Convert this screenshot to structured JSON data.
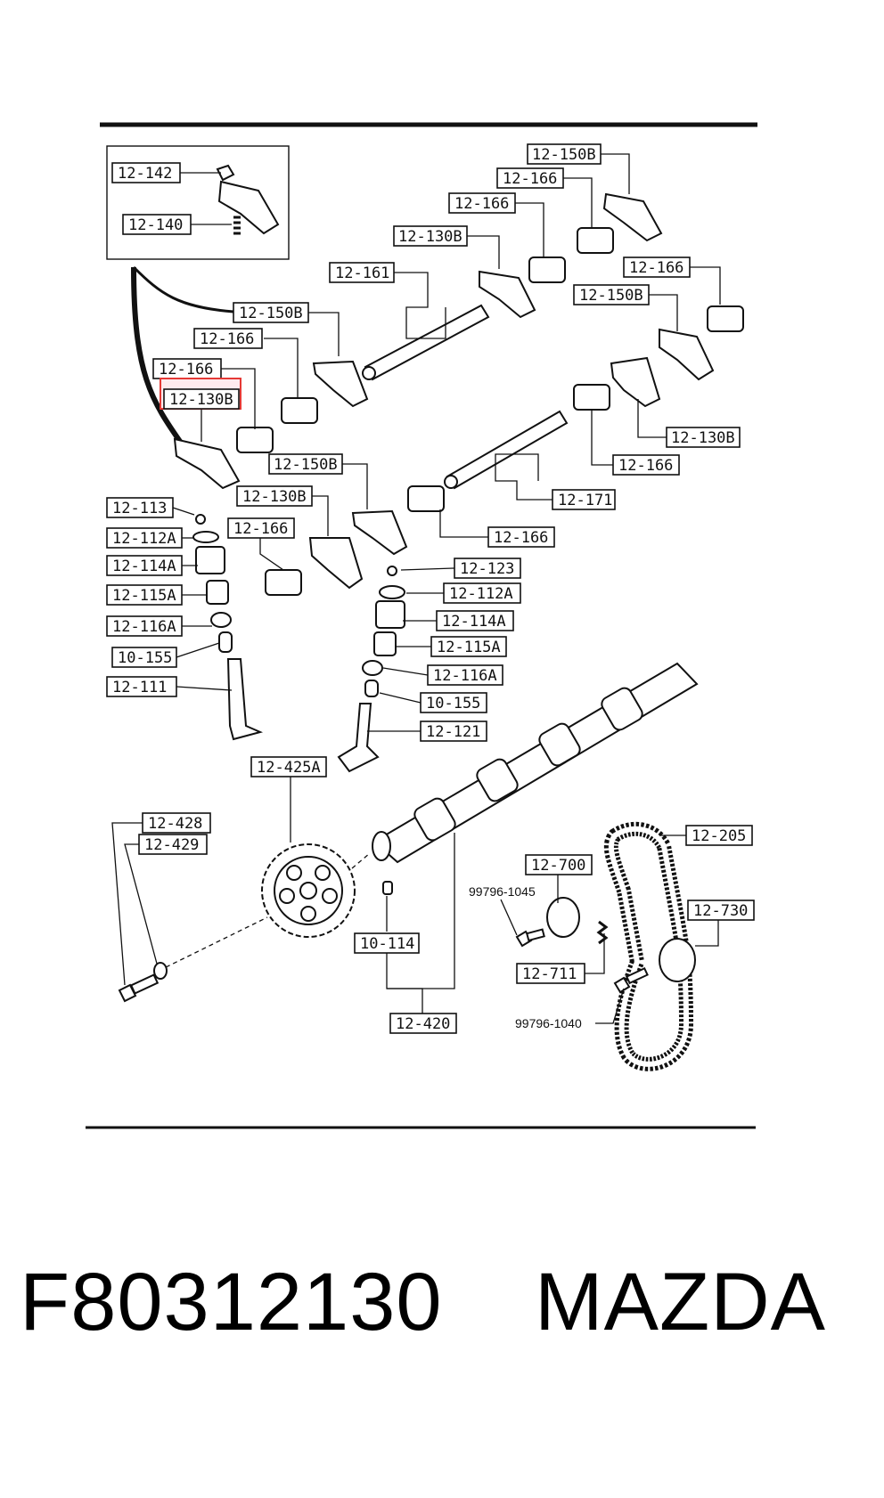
{
  "labels": [
    {
      "id": "l01",
      "text": "12-142"
    },
    {
      "id": "l02",
      "text": "12-140"
    },
    {
      "id": "l03",
      "text": "12-150B"
    },
    {
      "id": "l04",
      "text": "12-166"
    },
    {
      "id": "l05",
      "text": "12-166"
    },
    {
      "id": "l06",
      "text": "12-130B"
    },
    {
      "id": "l07",
      "text": "12-161"
    },
    {
      "id": "l08",
      "text": "12-150B"
    },
    {
      "id": "l09",
      "text": "12-166"
    },
    {
      "id": "l10",
      "text": "12-166"
    },
    {
      "id": "l11",
      "text": "12-130B"
    },
    {
      "id": "l12",
      "text": "12-166"
    },
    {
      "id": "l13",
      "text": "12-150B"
    },
    {
      "id": "l14",
      "text": "12-130B"
    },
    {
      "id": "l15",
      "text": "12-166"
    },
    {
      "id": "l16",
      "text": "12-150B"
    },
    {
      "id": "l17",
      "text": "12-171"
    },
    {
      "id": "l18",
      "text": "12-130B"
    },
    {
      "id": "l19",
      "text": "12-166"
    },
    {
      "id": "l20",
      "text": "12-166"
    },
    {
      "id": "l21",
      "text": "12-113"
    },
    {
      "id": "l22",
      "text": "12-112A"
    },
    {
      "id": "l23",
      "text": "12-114A"
    },
    {
      "id": "l24",
      "text": "12-115A"
    },
    {
      "id": "l25",
      "text": "12-116A"
    },
    {
      "id": "l26",
      "text": "10-155"
    },
    {
      "id": "l27",
      "text": "12-111"
    },
    {
      "id": "l28",
      "text": "12-123"
    },
    {
      "id": "l29",
      "text": "12-112A"
    },
    {
      "id": "l30",
      "text": "12-114A"
    },
    {
      "id": "l31",
      "text": "12-115A"
    },
    {
      "id": "l32",
      "text": "12-116A"
    },
    {
      "id": "l33",
      "text": "10-155"
    },
    {
      "id": "l34",
      "text": "12-121"
    },
    {
      "id": "l35",
      "text": "12-425A"
    },
    {
      "id": "l36",
      "text": "12-428"
    },
    {
      "id": "l37",
      "text": "12-429"
    },
    {
      "id": "l38",
      "text": "12-205"
    },
    {
      "id": "l39",
      "text": "12-700"
    },
    {
      "id": "l40",
      "text": "12-730"
    },
    {
      "id": "l41",
      "text": "10-114"
    },
    {
      "id": "l42",
      "text": "12-711"
    },
    {
      "id": "l43",
      "text": "12-420"
    }
  ],
  "plain_labels": [
    {
      "id": "p1",
      "text": "99796-1045"
    },
    {
      "id": "p2",
      "text": "99796-1040"
    }
  ],
  "highlight": {
    "label_id": "l06",
    "color": "#e53935"
  },
  "footer": {
    "part_number": "F80312130",
    "brand": "MAZDA"
  }
}
